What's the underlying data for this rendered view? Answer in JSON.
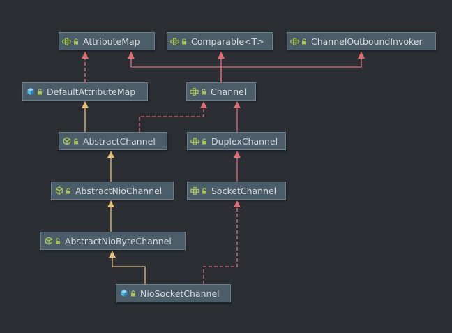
{
  "nodes": {
    "attribute_map": {
      "label": "AttributeMap",
      "kind": "interface"
    },
    "comparable": {
      "label": "Comparable<T>",
      "kind": "interface"
    },
    "channel_outbound_invoker": {
      "label": "ChannelOutboundInvoker",
      "kind": "interface"
    },
    "default_attribute_map": {
      "label": "DefaultAttributeMap",
      "kind": "class"
    },
    "channel": {
      "label": "Channel",
      "kind": "interface"
    },
    "abstract_channel": {
      "label": "AbstractChannel",
      "kind": "abstract-class"
    },
    "duplex_channel": {
      "label": "DuplexChannel",
      "kind": "interface"
    },
    "abstract_nio_channel": {
      "label": "AbstractNioChannel",
      "kind": "abstract-class"
    },
    "socket_channel": {
      "label": "SocketChannel",
      "kind": "interface"
    },
    "abstract_nio_byte_channel": {
      "label": "AbstractNioByteChannel",
      "kind": "abstract-class"
    },
    "nio_socket_channel": {
      "label": "NioSocketChannel",
      "kind": "class"
    }
  },
  "edges": [
    {
      "from": "default_attribute_map",
      "to": "attribute_map",
      "type": "implements"
    },
    {
      "from": "channel",
      "to": "attribute_map",
      "type": "extends-interface"
    },
    {
      "from": "channel",
      "to": "comparable",
      "type": "extends-interface"
    },
    {
      "from": "channel",
      "to": "channel_outbound_invoker",
      "type": "extends-interface"
    },
    {
      "from": "abstract_channel",
      "to": "default_attribute_map",
      "type": "extends-class"
    },
    {
      "from": "abstract_channel",
      "to": "channel",
      "type": "implements"
    },
    {
      "from": "duplex_channel",
      "to": "channel",
      "type": "extends-interface"
    },
    {
      "from": "abstract_nio_channel",
      "to": "abstract_channel",
      "type": "extends-class"
    },
    {
      "from": "socket_channel",
      "to": "duplex_channel",
      "type": "extends-interface"
    },
    {
      "from": "abstract_nio_byte_channel",
      "to": "abstract_nio_channel",
      "type": "extends-class"
    },
    {
      "from": "nio_socket_channel",
      "to": "abstract_nio_byte_channel",
      "type": "extends-class"
    },
    {
      "from": "nio_socket_channel",
      "to": "socket_channel",
      "type": "implements"
    }
  ],
  "colors": {
    "background": "#2b2f33",
    "node_fill": "#4b5d68",
    "interface_edge": "#e06c75",
    "class_edge": "#e5c07b",
    "interface_icon": "#a7c45a",
    "class_icon": "#4fb3e6"
  }
}
